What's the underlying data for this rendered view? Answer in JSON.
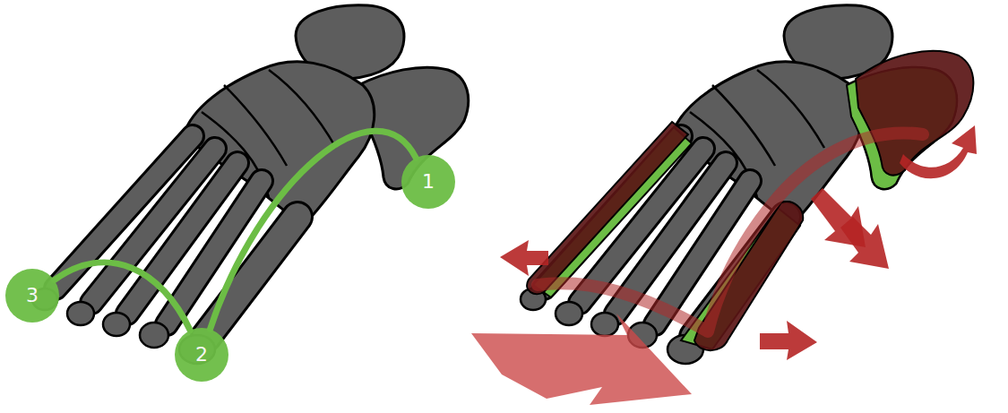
{
  "diagram": {
    "nodes": [
      {
        "text": [
          "1"
        ]
      },
      {
        "text": [
          "2"
        ]
      },
      {
        "text": [
          "3"
        ]
      }
    ],
    "edges": [
      {
        "from": 0,
        "to": 1,
        "arrow": "none"
      },
      {
        "from": 2,
        "to": 1,
        "arrow": "none"
      }
    ]
  }
}
